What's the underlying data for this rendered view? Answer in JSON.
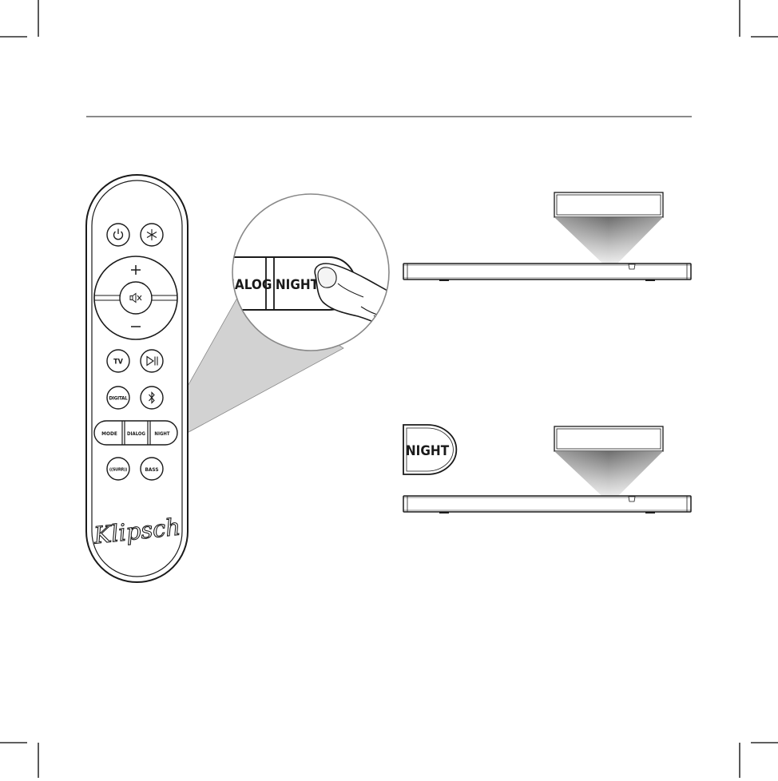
{
  "remote": {
    "buttons": {
      "tv": "TV",
      "digital": "DIGITAL",
      "mode": "MODE",
      "dialog": "DIALOG",
      "night": "NIGHT",
      "surround": "((SURR))",
      "bass": "BASS"
    },
    "logo_text": "Klipsch"
  },
  "zoom": {
    "dialog_label": "DIALOG",
    "night_label": "NIGHT"
  },
  "night_badge": {
    "label": "NIGHT"
  },
  "status_panels": [
    {
      "text": ""
    },
    {
      "text": ""
    }
  ],
  "colors": {
    "line": "#1a1a1a",
    "rule": "#444444",
    "callout": "#d2d2d2",
    "beam_top": "#9a9a9a",
    "beam_bottom": "#ffffff"
  },
  "icons": [
    "power-icon",
    "light-icon",
    "volume-up-icon",
    "mute-icon",
    "volume-down-icon",
    "play-pause-icon",
    "bluetooth-icon"
  ]
}
